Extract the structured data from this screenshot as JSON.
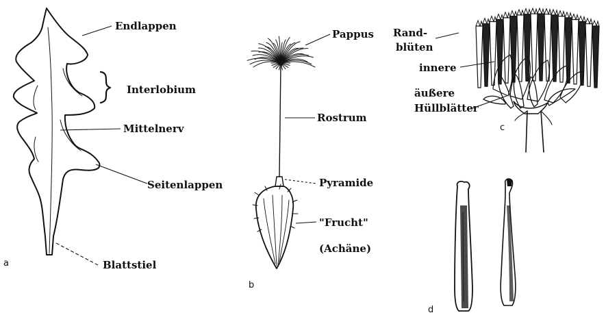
{
  "panels": {
    "a": {
      "letter": "a",
      "labels": {
        "endlappen": "Endlappen",
        "interlobium": "Interlobium",
        "mittelnerv": "Mittelnerv",
        "seitenlappen": "Seitenlappen",
        "blattstiel": "Blattstiel"
      }
    },
    "b": {
      "letter": "b",
      "labels": {
        "pappus": "Pappus",
        "rostrum": "Rostrum",
        "pyramide": "Pyramide",
        "frucht": "\"Frucht\"",
        "achaene": "(Achäne)"
      }
    },
    "c": {
      "letter": "c",
      "labels": {
        "rand": "Rand-",
        "blueten": "blüten",
        "innere": "innere",
        "aeussere": "äußere",
        "huellblaetter": "Hüllblätter"
      }
    },
    "d": {
      "letter": "d"
    }
  }
}
